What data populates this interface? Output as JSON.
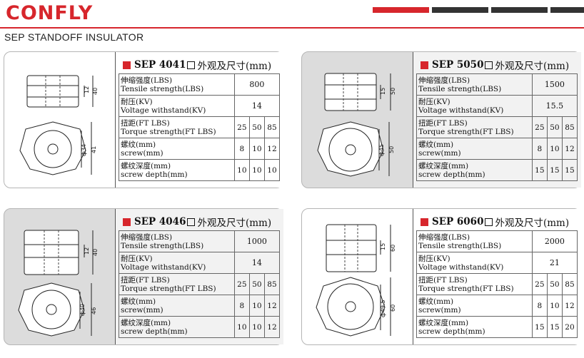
{
  "header": {
    "logo_text": "CONFLY",
    "subtitle": "SEP STANDOFF INSULATOR",
    "bar_colors": [
      "#d7262c",
      "#333333",
      "#333333",
      "#333333"
    ]
  },
  "colors": {
    "brand_red": "#d7262c",
    "card_gray": "#dcdcdc"
  },
  "labels": {
    "tensile_cn": "伸缩强度(LBS)",
    "tensile_en": "Tensile strength(LBS)",
    "voltage_cn": "耐压(KV)",
    "voltage_en": "Voltage withstand(KV)",
    "torque_cn": "扭距(FT LBS)",
    "torque_en": "Torque strength(FT LBS)",
    "screw_cn": "螺纹(mm)",
    "screw_en": "screw(mm)",
    "depth_cn": "螺纹深度(mm)",
    "depth_en": "screw depth(mm)",
    "title_suffix": "外观及尺寸(mm)"
  },
  "products": [
    {
      "model": "SEP 4041",
      "tensile": "800",
      "voltage": "14",
      "torque": [
        "25",
        "50",
        "85"
      ],
      "screw": [
        "8",
        "10",
        "12"
      ],
      "depth": [
        "10",
        "10",
        "10"
      ],
      "dims": {
        "h_small": "12",
        "h_total": "40",
        "d_inner": "ф34",
        "d_outer": "41"
      }
    },
    {
      "model": "SEP 5050",
      "tensile": "1500",
      "voltage": "15.5",
      "torque": [
        "25",
        "50",
        "85"
      ],
      "screw": [
        "8",
        "10",
        "12"
      ],
      "depth": [
        "15",
        "15",
        "15"
      ],
      "dims": {
        "h_small": "15",
        "h_total": "50",
        "d_inner": "ф45",
        "d_outer": "50"
      }
    },
    {
      "model": "SEP 4046",
      "tensile": "1000",
      "voltage": "14",
      "torque": [
        "25",
        "50",
        "85"
      ],
      "screw": [
        "8",
        "10",
        "12"
      ],
      "depth": [
        "10",
        "10",
        "12"
      ],
      "dims": {
        "h_small": "12",
        "h_total": "40",
        "d_inner": "ф40",
        "d_outer": "46"
      }
    },
    {
      "model": "SEP 6060",
      "tensile": "2000",
      "voltage": "21",
      "torque": [
        "25",
        "50",
        "85"
      ],
      "screw": [
        "8",
        "10",
        "12"
      ],
      "depth": [
        "15",
        "15",
        "20"
      ],
      "dims": {
        "h_small": "15",
        "h_total": "60",
        "d_inner": "ф49.5",
        "d_outer": "60"
      }
    }
  ]
}
